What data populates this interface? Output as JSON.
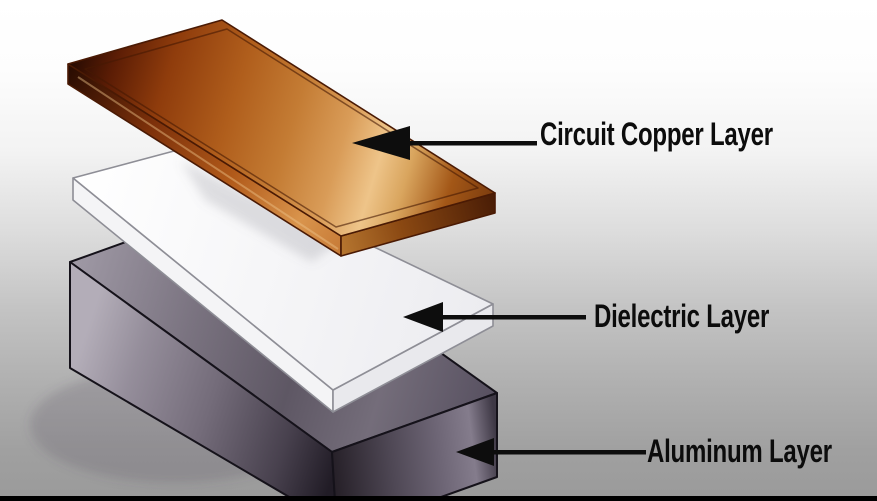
{
  "figure": {
    "kind": "exploded-layer-stack-diagram",
    "layers": [
      {
        "id": "circuit-copper-layer",
        "label": "Circuit Copper Layer",
        "primary_color": "#b5651d",
        "highlight_color": "#eec489",
        "shadow_color": "#2b0d02"
      },
      {
        "id": "dielectric-layer",
        "label": "Dielectric Layer",
        "primary_color": "#f5f5f7",
        "edge_color": "#8e8e96"
      },
      {
        "id": "aluminum-layer",
        "label": "Aluminum Layer",
        "primary_color": "#6d6572",
        "highlight_color": "#b3adb8",
        "shadow_color": "#211c26"
      }
    ],
    "annotation": {
      "arrow_color": "#0d0d0d",
      "label_color": "#0c0c0c"
    },
    "background": {
      "top_color": "#ffffff",
      "bottom_color": "#9a9a9a",
      "footer_bar_color": "#000000"
    }
  }
}
